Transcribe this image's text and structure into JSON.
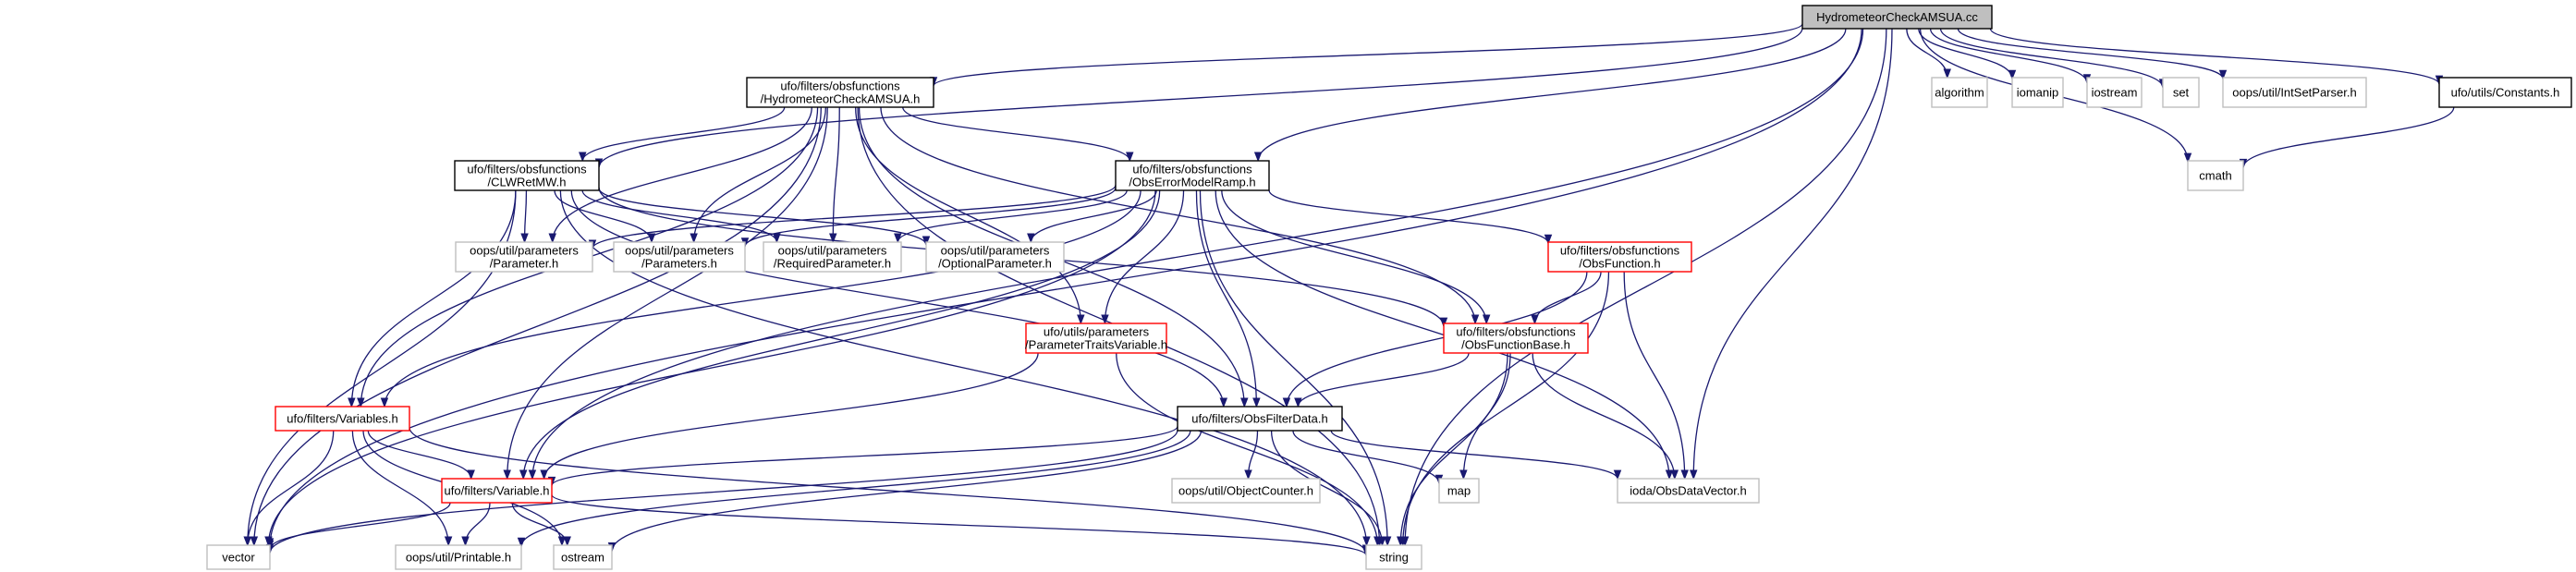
{
  "colors": {
    "edge": "#191970",
    "root_fill": "#bfbfbf",
    "root_border": "#000000",
    "documented_border": "#000000",
    "external_border": "#bfbfbf",
    "partial_border": "#ff0000",
    "text": "#000000"
  },
  "nodes": [
    {
      "id": "root",
      "kind": "root",
      "lines": [
        "HydrometeorCheckAMSUA.cc"
      ]
    },
    {
      "id": "hchk",
      "kind": "documented",
      "lines": [
        "ufo/filters/obsfunctions",
        "/HydrometeorCheckAMSUA.h"
      ]
    },
    {
      "id": "algorithm",
      "kind": "external",
      "lines": [
        "algorithm"
      ]
    },
    {
      "id": "iomanip",
      "kind": "external",
      "lines": [
        "iomanip"
      ]
    },
    {
      "id": "iostream",
      "kind": "external",
      "lines": [
        "iostream"
      ]
    },
    {
      "id": "set",
      "kind": "external",
      "lines": [
        "set"
      ]
    },
    {
      "id": "intsetparser",
      "kind": "external",
      "lines": [
        "oops/util/IntSetParser.h"
      ]
    },
    {
      "id": "constants",
      "kind": "documented",
      "lines": [
        "ufo/utils/Constants.h"
      ]
    },
    {
      "id": "cmath",
      "kind": "external",
      "lines": [
        "cmath"
      ]
    },
    {
      "id": "clw",
      "kind": "documented",
      "lines": [
        "ufo/filters/obsfunctions",
        "/CLWRetMW.h"
      ]
    },
    {
      "id": "oemr",
      "kind": "documented",
      "lines": [
        "ufo/filters/obsfunctions",
        "/ObsErrorModelRamp.h"
      ]
    },
    {
      "id": "parameter",
      "kind": "external",
      "lines": [
        "oops/util/parameters",
        "/Parameter.h"
      ]
    },
    {
      "id": "parameters",
      "kind": "external",
      "lines": [
        "oops/util/parameters",
        "/Parameters.h"
      ]
    },
    {
      "id": "requiredparam",
      "kind": "external",
      "lines": [
        "oops/util/parameters",
        "/RequiredParameter.h"
      ]
    },
    {
      "id": "optionalparam",
      "kind": "external",
      "lines": [
        "oops/util/parameters",
        "/OptionalParameter.h"
      ]
    },
    {
      "id": "obsfunction",
      "kind": "partial",
      "lines": [
        "ufo/filters/obsfunctions",
        "/ObsFunction.h"
      ]
    },
    {
      "id": "paramtraits",
      "kind": "partial",
      "lines": [
        "ufo/utils/parameters",
        "/ParameterTraitsVariable.h"
      ]
    },
    {
      "id": "obsfunctionbase",
      "kind": "partial",
      "lines": [
        "ufo/filters/obsfunctions",
        "/ObsFunctionBase.h"
      ]
    },
    {
      "id": "obsfilterdata",
      "kind": "documented",
      "lines": [
        "ufo/filters/ObsFilterData.h"
      ]
    },
    {
      "id": "variables",
      "kind": "partial",
      "lines": [
        "ufo/filters/Variables.h"
      ]
    },
    {
      "id": "variable",
      "kind": "partial",
      "lines": [
        "ufo/filters/Variable.h"
      ]
    },
    {
      "id": "objectcounter",
      "kind": "external",
      "lines": [
        "oops/util/ObjectCounter.h"
      ]
    },
    {
      "id": "map",
      "kind": "external",
      "lines": [
        "map"
      ]
    },
    {
      "id": "obsdatavector",
      "kind": "external",
      "lines": [
        "ioda/ObsDataVector.h"
      ]
    },
    {
      "id": "vector",
      "kind": "external",
      "lines": [
        "vector"
      ]
    },
    {
      "id": "printable",
      "kind": "external",
      "lines": [
        "oops/util/Printable.h"
      ]
    },
    {
      "id": "ostream",
      "kind": "external",
      "lines": [
        "ostream"
      ]
    },
    {
      "id": "string",
      "kind": "external",
      "lines": [
        "string"
      ]
    }
  ],
  "edges": [
    [
      "root",
      "hchk"
    ],
    [
      "root",
      "algorithm"
    ],
    [
      "root",
      "iomanip"
    ],
    [
      "root",
      "iostream"
    ],
    [
      "root",
      "set"
    ],
    [
      "root",
      "intsetparser"
    ],
    [
      "root",
      "constants"
    ],
    [
      "root",
      "cmath"
    ],
    [
      "root",
      "clw"
    ],
    [
      "root",
      "oemr"
    ],
    [
      "root",
      "variable"
    ],
    [
      "root",
      "vector"
    ],
    [
      "root",
      "obsdatavector"
    ],
    [
      "root",
      "string"
    ],
    [
      "constants",
      "cmath"
    ],
    [
      "hchk",
      "clw"
    ],
    [
      "hchk",
      "oemr"
    ],
    [
      "hchk",
      "parameter"
    ],
    [
      "hchk",
      "parameters"
    ],
    [
      "hchk",
      "requiredparam"
    ],
    [
      "hchk",
      "obsfunctionbase"
    ],
    [
      "hchk",
      "obsfilterdata"
    ],
    [
      "hchk",
      "paramtraits"
    ],
    [
      "hchk",
      "variables"
    ],
    [
      "hchk",
      "variable"
    ],
    [
      "hchk",
      "vector"
    ],
    [
      "hchk",
      "string"
    ],
    [
      "clw",
      "parameter"
    ],
    [
      "clw",
      "parameters"
    ],
    [
      "clw",
      "requiredparam"
    ],
    [
      "clw",
      "optionalparam"
    ],
    [
      "clw",
      "obsfunctionbase"
    ],
    [
      "clw",
      "obsfilterdata"
    ],
    [
      "clw",
      "variables"
    ],
    [
      "clw",
      "vector"
    ],
    [
      "clw",
      "string"
    ],
    [
      "oemr",
      "parameter"
    ],
    [
      "oemr",
      "parameters"
    ],
    [
      "oemr",
      "requiredparam"
    ],
    [
      "oemr",
      "optionalparam"
    ],
    [
      "oemr",
      "obsfunction"
    ],
    [
      "oemr",
      "paramtraits"
    ],
    [
      "oemr",
      "obsfunctionbase"
    ],
    [
      "oemr",
      "obsfilterdata"
    ],
    [
      "oemr",
      "variables"
    ],
    [
      "oemr",
      "variable"
    ],
    [
      "oemr",
      "obsdatavector"
    ],
    [
      "oemr",
      "vector"
    ],
    [
      "oemr",
      "string"
    ],
    [
      "obsfunction",
      "obsfunctionbase"
    ],
    [
      "obsfunction",
      "obsfilterdata"
    ],
    [
      "obsfunction",
      "obsdatavector"
    ],
    [
      "obsfunction",
      "string"
    ],
    [
      "paramtraits",
      "variable"
    ],
    [
      "paramtraits",
      "string"
    ],
    [
      "obsfunctionbase",
      "obsfilterdata"
    ],
    [
      "obsfunctionbase",
      "map"
    ],
    [
      "obsfunctionbase",
      "obsdatavector"
    ],
    [
      "obsfunctionbase",
      "string"
    ],
    [
      "obsfilterdata",
      "variable"
    ],
    [
      "obsfilterdata",
      "objectcounter"
    ],
    [
      "obsfilterdata",
      "map"
    ],
    [
      "obsfilterdata",
      "obsdatavector"
    ],
    [
      "obsfilterdata",
      "string"
    ],
    [
      "obsfilterdata",
      "ostream"
    ],
    [
      "obsfilterdata",
      "printable"
    ],
    [
      "obsfilterdata",
      "vector"
    ],
    [
      "variables",
      "variable"
    ],
    [
      "variables",
      "vector"
    ],
    [
      "variables",
      "string"
    ],
    [
      "variables",
      "printable"
    ],
    [
      "variables",
      "ostream"
    ],
    [
      "variable",
      "vector"
    ],
    [
      "variable",
      "printable"
    ],
    [
      "variable",
      "ostream"
    ],
    [
      "variable",
      "string"
    ]
  ]
}
